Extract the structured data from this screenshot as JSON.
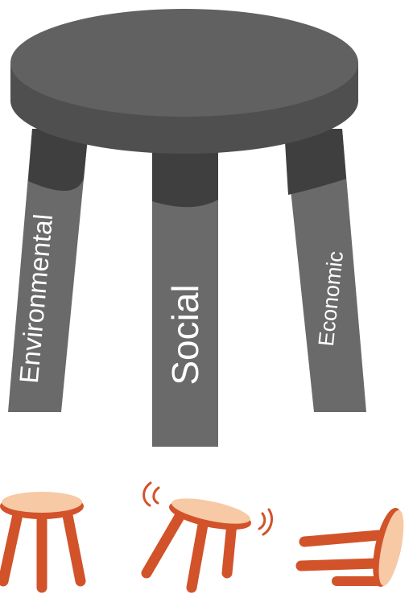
{
  "legs": {
    "left": "Environmental",
    "middle": "Social",
    "right": "Economic"
  },
  "colors": {
    "seat_top": "#616161",
    "seat_side": "#4f4f4f",
    "leg": "#6a6a6a",
    "leg_shadow": "#3f3f3f",
    "small_stool_leg": "#d2522a",
    "small_stool_seat_top": "#f7c9a4",
    "small_stool_seat_rim": "#d2522a"
  },
  "small_stools": [
    "stable-stool",
    "wobbling-stool",
    "fallen-stool"
  ]
}
